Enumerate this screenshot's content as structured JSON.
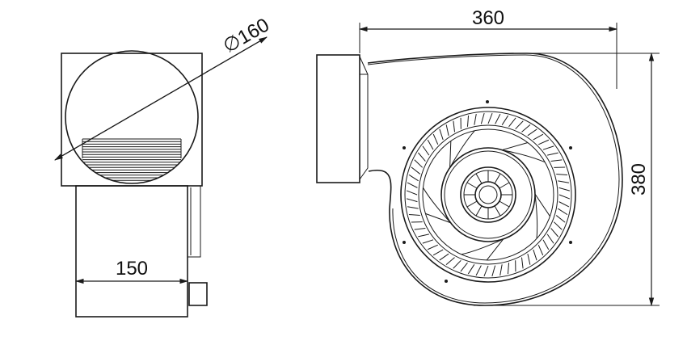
{
  "dimensions": {
    "diameter": "∅160",
    "width_top": "360",
    "height_right": "380",
    "depth_left": "150"
  },
  "colors": {
    "line": "#1a1a1a",
    "background": "#ffffff"
  }
}
